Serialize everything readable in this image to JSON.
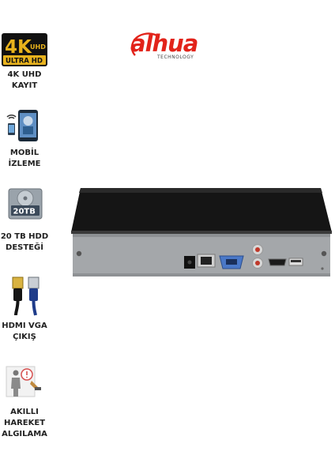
{
  "brand": {
    "name": "alhua",
    "tagline": "TECHNOLOGY"
  },
  "badge_4k": {
    "big": "4K",
    "small": "UHD",
    "sub": "ULTRA HD"
  },
  "hdd_badge": "20TB",
  "features": [
    {
      "icon": "ultra-hd-4k-icon",
      "lines": [
        "4K UHD",
        "KAYIT"
      ]
    },
    {
      "icon": "mobile-phone-icon",
      "lines": [
        "MOBİL",
        "İZLEME"
      ]
    },
    {
      "icon": "hard-disk-icon",
      "lines": [
        "20 TB HDD",
        "DESTEĞİ"
      ]
    },
    {
      "icon": "cable-connectors-icon",
      "lines": [
        "HDMI VGA",
        "ÇIKIŞ"
      ]
    },
    {
      "icon": "motion-detection-icon",
      "lines": [
        "AKILLI",
        "HAREKET",
        "ALGILAMA"
      ]
    }
  ]
}
